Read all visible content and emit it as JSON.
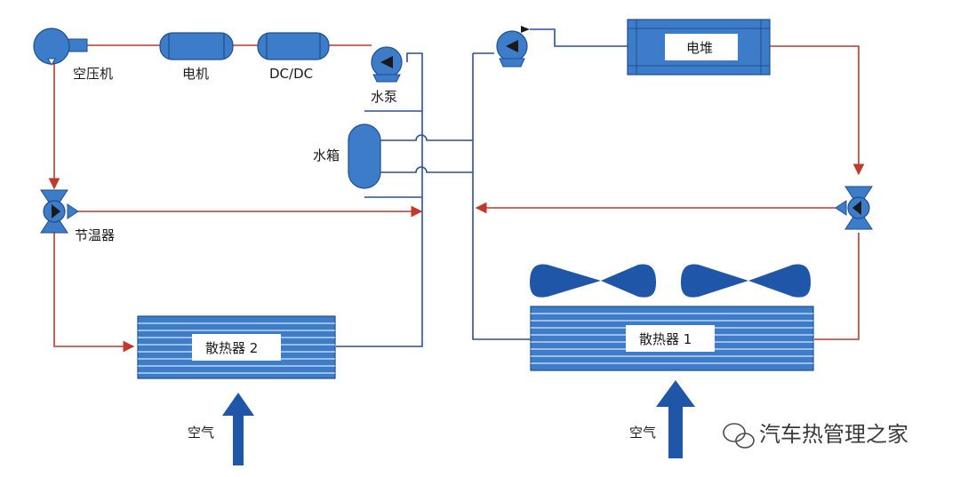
{
  "labels": {
    "compressor": "空压机",
    "motor": "电机",
    "dcdc": "DC/DC",
    "water_pump": "水泵",
    "water_tank": "水箱",
    "thermostat": "节温器",
    "stack": "电堆",
    "radiator_2": "散热器 2",
    "radiator_1": "散热器 1",
    "air_left": "空气",
    "air_right": "空气"
  },
  "watermark": "汽车热管理之家",
  "colors": {
    "component_fill": "#3d7cc9",
    "component_dark": "#1e4f8f",
    "hot_line": "#c0392b",
    "cold_line": "#2c4f9e",
    "arrow_blue": "#1f56a8"
  }
}
